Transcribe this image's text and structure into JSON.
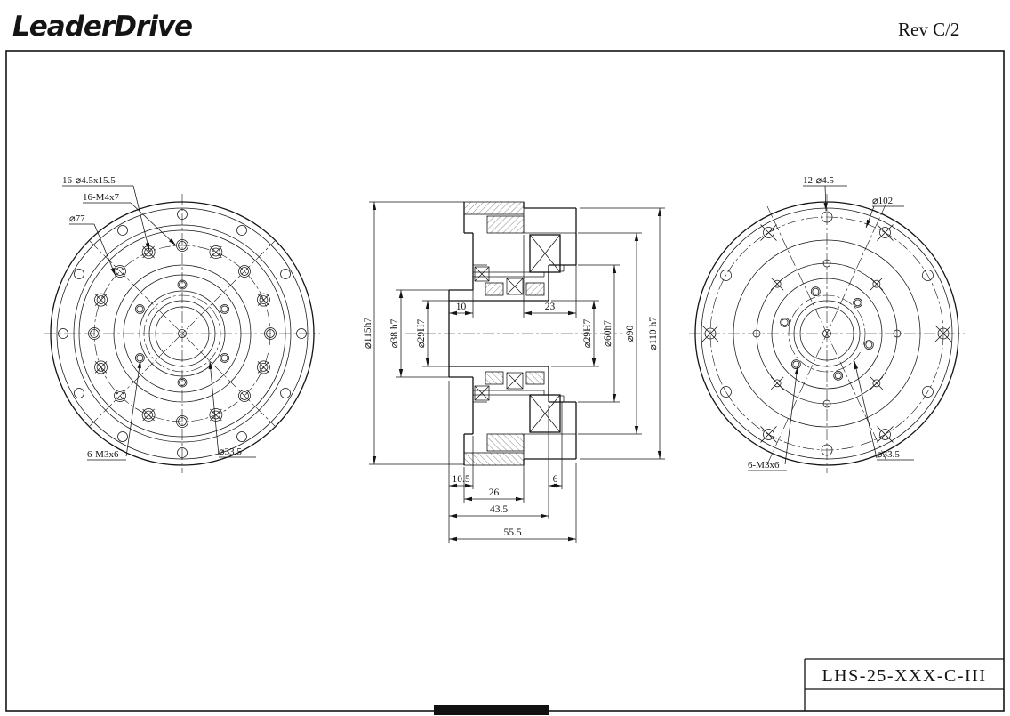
{
  "header": {
    "logo": "LeaderDrive",
    "revision": "Rev C/2"
  },
  "title_block": {
    "model": "LHS-25-XXX-C-III"
  },
  "front_view": {
    "labels": {
      "counterbore_holes": "16-⌀4.5x15.5",
      "tapped_holes": "16-M4x7",
      "bolt_circle": "⌀77",
      "small_tapped_holes": "6-M3x6",
      "inner_circle": "⌀33.5"
    }
  },
  "section_view": {
    "diameters_left": [
      "⌀115h7",
      "⌀38 h7",
      "⌀29H7"
    ],
    "diameters_right": [
      "⌀29H7",
      "⌀60h7",
      "⌀90",
      "⌀110 h7"
    ],
    "lengths_top": [
      "10",
      "23"
    ],
    "lengths_bottom": [
      "10.5",
      "26",
      "6",
      "43.5",
      "55.5"
    ]
  },
  "rear_view": {
    "labels": {
      "through_holes": "12-⌀4.5",
      "bolt_circle": "⌀102",
      "small_tapped_holes": "6-M3x6",
      "inner_circle": "⌀33.5"
    }
  }
}
